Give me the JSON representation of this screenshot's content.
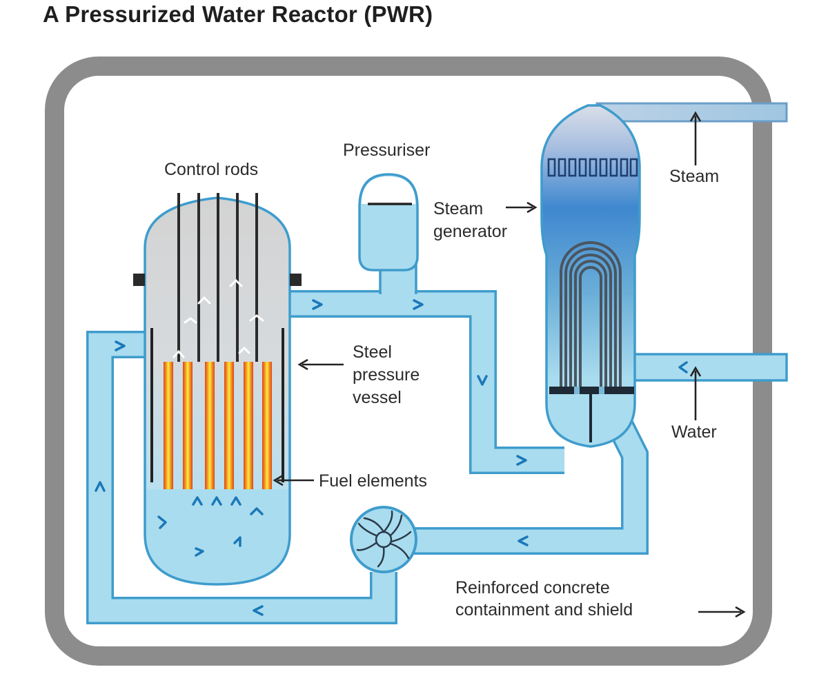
{
  "title": "A Pressurized Water Reactor (PWR)",
  "labels": {
    "control_rods": "Control rods",
    "pressuriser": "Pressuriser",
    "steam_generator_line1": "Steam",
    "steam_generator_line2": "generator",
    "steam": "Steam",
    "steel_line1": "Steel",
    "steel_line2": "pressure",
    "steel_line3": "vessel",
    "water": "Water",
    "fuel_elements": "Fuel elements",
    "containment_line1": "Reinforced concrete",
    "containment_line2": "containment and shield"
  },
  "colors": {
    "water_light": "#a9dcef",
    "pipe_edge": "#3f9ccc",
    "containment": "#8c8c8c",
    "steam_top": "#d4dde8",
    "steam_mid": "#3b86cc",
    "fuel_hot": "#e24a1b",
    "fuel_core": "#f6e93a",
    "rod": "#2a2a2a"
  }
}
